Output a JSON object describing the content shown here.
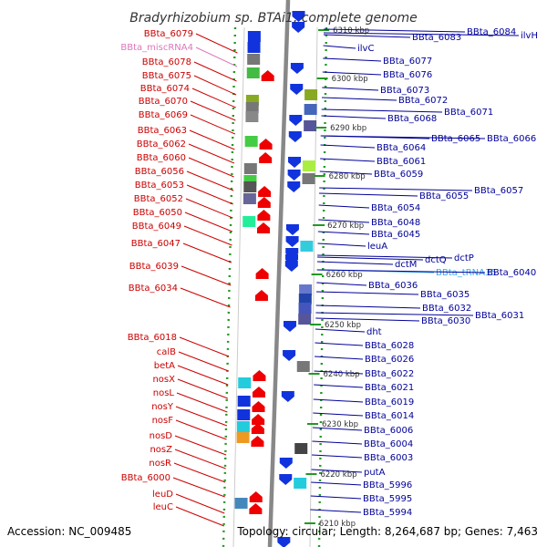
{
  "title": "Bradyrhizobium sp. BTAi1, complete genome",
  "footer": {
    "accession": "Accession: NC_009485",
    "topology": "Topology: circular; Length: 8,264,687 bp; Genes: 7,463"
  },
  "colors": {
    "left_label": "#cc0000",
    "right_label": "#000099",
    "misc_rna_label": "#dd77bb",
    "trna_label": "#33aaee",
    "left_gene": "#ee0000",
    "right_gene": "#1133dd",
    "backbone": "#888888",
    "tick": "#229922"
  },
  "kbp_marks": [
    "6310 kbp",
    "6300 kbp",
    "6290 kbp",
    "6280 kbp",
    "6270 kbp",
    "6260 kbp",
    "6250 kbp",
    "6240 kbp",
    "6230 kbp",
    "6220 kbp",
    "6210 kbp"
  ],
  "left_genes": [
    {
      "label": "BBta_6079",
      "type": "gene"
    },
    {
      "label": "BBta_miscRNA4",
      "type": "misc_rna"
    },
    {
      "label": "BBta_6078",
      "type": "gene"
    },
    {
      "label": "BBta_6075",
      "type": "gene"
    },
    {
      "label": "BBta_6074",
      "type": "gene"
    },
    {
      "label": "BBta_6070",
      "type": "gene"
    },
    {
      "label": "BBta_6069",
      "type": "gene"
    },
    {
      "label": "BBta_6063",
      "type": "gene"
    },
    {
      "label": "BBta_6062",
      "type": "gene"
    },
    {
      "label": "BBta_6060",
      "type": "gene"
    },
    {
      "label": "BBta_6056",
      "type": "gene"
    },
    {
      "label": "BBta_6053",
      "type": "gene"
    },
    {
      "label": "BBta_6052",
      "type": "gene"
    },
    {
      "label": "BBta_6050",
      "type": "gene"
    },
    {
      "label": "BBta_6049",
      "type": "gene"
    },
    {
      "label": "BBta_6047",
      "type": "gene"
    },
    {
      "label": "BBta_6039",
      "type": "gene"
    },
    {
      "label": "BBta_6034",
      "type": "gene"
    },
    {
      "label": "BBta_6018",
      "type": "gene"
    },
    {
      "label": "calB",
      "type": "gene"
    },
    {
      "label": "betA",
      "type": "gene"
    },
    {
      "label": "nosX",
      "type": "gene"
    },
    {
      "label": "nosL",
      "type": "gene"
    },
    {
      "label": "nosY",
      "type": "gene"
    },
    {
      "label": "nosF",
      "type": "gene"
    },
    {
      "label": "nosD",
      "type": "gene"
    },
    {
      "label": "nosZ",
      "type": "gene"
    },
    {
      "label": "nosR",
      "type": "gene"
    },
    {
      "label": "BBta_6000",
      "type": "gene"
    },
    {
      "label": "leuD",
      "type": "gene"
    },
    {
      "label": "leuC",
      "type": "gene"
    }
  ],
  "right_genes": [
    {
      "label": "BBta_6084",
      "type": "gene"
    },
    {
      "label": "ilvH",
      "type": "gene"
    },
    {
      "label": "BBta_6083",
      "type": "gene"
    },
    {
      "label": "ilvC",
      "type": "gene"
    },
    {
      "label": "BBta_6077",
      "type": "gene"
    },
    {
      "label": "BBta_6076",
      "type": "gene"
    },
    {
      "label": "BBta_6073",
      "type": "gene"
    },
    {
      "label": "BBta_6072",
      "type": "gene"
    },
    {
      "label": "BBta_6071",
      "type": "gene"
    },
    {
      "label": "BBta_6068",
      "type": "gene"
    },
    {
      "label": "BBta_6065",
      "type": "gene"
    },
    {
      "label": "BBta_6066",
      "type": "gene"
    },
    {
      "label": "BBta_6064",
      "type": "gene"
    },
    {
      "label": "BBta_6061",
      "type": "gene"
    },
    {
      "label": "BBta_6059",
      "type": "gene"
    },
    {
      "label": "BBta_6057",
      "type": "gene"
    },
    {
      "label": "BBta_6055",
      "type": "gene"
    },
    {
      "label": "BBta_6054",
      "type": "gene"
    },
    {
      "label": "BBta_6048",
      "type": "gene"
    },
    {
      "label": "BBta_6045",
      "type": "gene"
    },
    {
      "label": "leuA",
      "type": "gene"
    },
    {
      "label": "dctP",
      "type": "gene"
    },
    {
      "label": "dctM",
      "type": "gene"
    },
    {
      "label": "dctQ",
      "type": "gene"
    },
    {
      "label": "BBta_tRNA35",
      "type": "trna"
    },
    {
      "label": "BBta_6040",
      "type": "gene"
    },
    {
      "label": "BBta_6036",
      "type": "gene"
    },
    {
      "label": "BBta_6035",
      "type": "gene"
    },
    {
      "label": "BBta_6032",
      "type": "gene"
    },
    {
      "label": "BBta_6031",
      "type": "gene"
    },
    {
      "label": "BBta_6030",
      "type": "gene"
    },
    {
      "label": "dht",
      "type": "gene"
    },
    {
      "label": "BBta_6028",
      "type": "gene"
    },
    {
      "label": "BBta_6026",
      "type": "gene"
    },
    {
      "label": "BBta_6022",
      "type": "gene"
    },
    {
      "label": "BBta_6021",
      "type": "gene"
    },
    {
      "label": "BBta_6019",
      "type": "gene"
    },
    {
      "label": "BBta_6014",
      "type": "gene"
    },
    {
      "label": "BBta_6006",
      "type": "gene"
    },
    {
      "label": "BBta_6004",
      "type": "gene"
    },
    {
      "label": "BBta_6003",
      "type": "gene"
    },
    {
      "label": "putA",
      "type": "gene"
    },
    {
      "label": "BBta_5996",
      "type": "gene"
    },
    {
      "label": "BBta_5995",
      "type": "gene"
    },
    {
      "label": "BBta_5994",
      "type": "gene"
    }
  ]
}
